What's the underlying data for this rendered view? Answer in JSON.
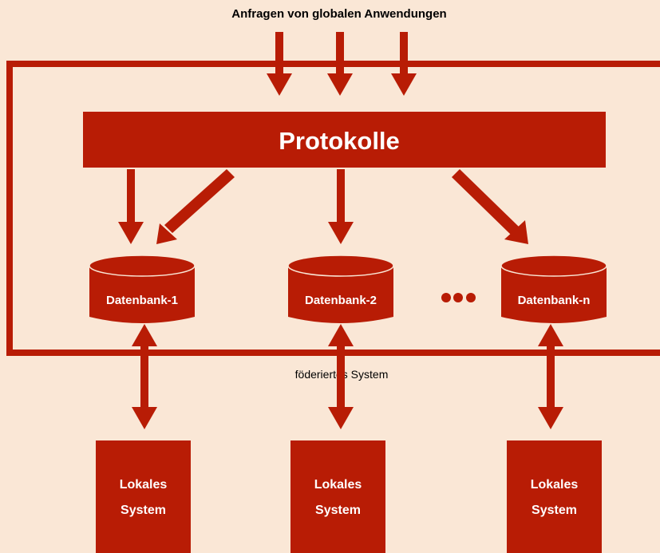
{
  "header": {
    "text": "Anfragen von globalen Anwendungen"
  },
  "protocol_bar": {
    "label": "Protokolle"
  },
  "databases": [
    {
      "label": "Datenbank-1"
    },
    {
      "label": "Datenbank-2"
    },
    {
      "label": "Datenbank-n"
    }
  ],
  "federated_label": "föderiertes System",
  "local_systems": [
    {
      "line1": "Lokales",
      "line2": "System"
    },
    {
      "line1": "Lokales",
      "line2": "System"
    },
    {
      "line1": "Lokales",
      "line2": "System"
    }
  ],
  "colors": {
    "accent": "#b81c05",
    "background": "#fae7d6",
    "text_on_accent": "#ffffff",
    "text": "#000000"
  }
}
